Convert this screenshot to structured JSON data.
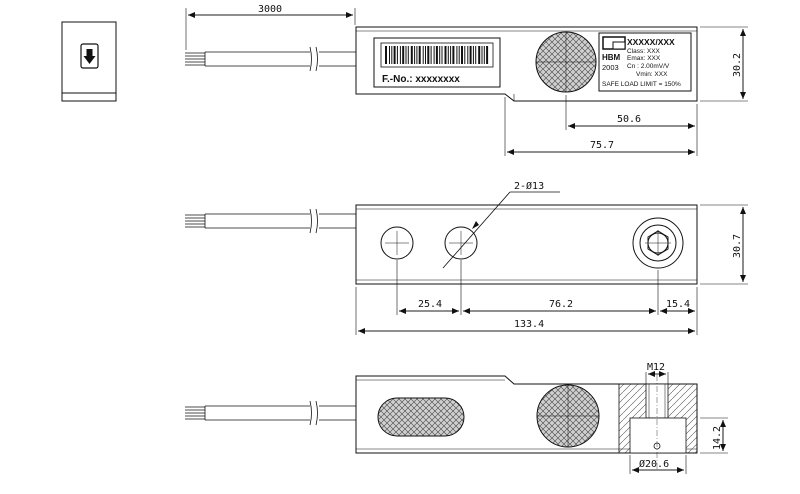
{
  "top_view": {
    "cable_length": "3000",
    "label_text": "F.-No.: xxxxxxxx",
    "plate": {
      "model": "XXXXX/XXX",
      "brand": "HBM",
      "year": "2003",
      "class": "Class: XXX",
      "emax": "Emax: XXX",
      "cn": "Cn   : 2.00mV/V",
      "vmin": "Vmin: XXX",
      "safe_load": "SAFE LOAD LIMIT = 150%"
    },
    "dim_height": "30.2",
    "dim_50_6": "50.6",
    "dim_75_7": "75.7"
  },
  "middle_view": {
    "hole_callout": "2-Ø13",
    "dim_height": "30.7",
    "dim_25_4": "25.4",
    "dim_76_2": "76.2",
    "dim_15_4": "15.4",
    "dim_133_4": "133.4"
  },
  "bottom_view": {
    "thread": "M12",
    "dim_14_2": "14.2",
    "dim_dia": "Ø20.6"
  },
  "colors": {
    "line": "#111111",
    "hatch": "#555555"
  },
  "icon": "arrow-down-icon"
}
